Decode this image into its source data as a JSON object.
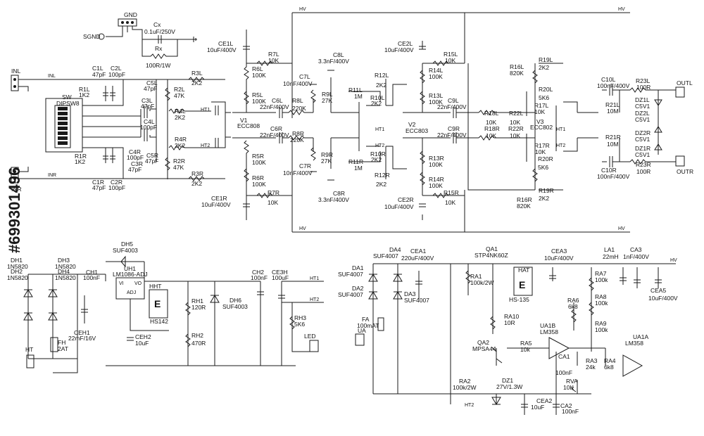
{
  "labels": {
    "gnd": "GND",
    "sgnd": "SGND",
    "cx": "Cx",
    "cx_v": "0.1uF/250V",
    "rx": "Rx",
    "rx_v": "100R/1W",
    "inl": "INL",
    "inl_net": "INL",
    "inr": "INR",
    "inr_net": "INR",
    "sw": "SW",
    "dipsw": "DIPSW8",
    "c1l": "C1L",
    "c1l_v": "47pF",
    "c2l": "C2L",
    "c2l_v": "100pF",
    "r1l": "R1L",
    "r1l_v": "1K2",
    "c1r": "C1R",
    "c1r_v": "47pF",
    "c2r": "C2R",
    "c2r_v": "100pF",
    "r1r": "R1R",
    "r1r_v": "1K2",
    "c5l": "C5L",
    "c5l_v": "47pF",
    "c3l": "C3L",
    "c3l_v": "47pF",
    "c4l": "C4L",
    "c4l_v": "100pF",
    "c4r": "C4R",
    "c4r_v": "100pF",
    "c3r": "C3R",
    "c3r_v": "47pF",
    "c5r": "C5R",
    "c5r_v": "47pF",
    "r2l": "R2L",
    "r2l_v": "47K",
    "r4l": "R4L",
    "r4l_v": "2K2",
    "r3l": "R3L",
    "r3l_v": "2K2",
    "r4r": "R4R",
    "r4r_v": "2K2",
    "r2r": "R2R",
    "r2r_v": "47K",
    "r3r": "R3R",
    "r3r_v": "2K2",
    "v1": "V1",
    "ecc808": "ECC808",
    "ht1": "HT1",
    "ht2": "HT2",
    "ce1l": "CE1L",
    "ce1l_v": "10uF/400V",
    "ce1r": "CE1R",
    "ce1r_v": "10uF/400V",
    "r7l": "R7L",
    "r7l_v": "10K",
    "r6l": "R6L",
    "r6l_v": "100K",
    "r5l": "R5L",
    "r5l_v": "100K",
    "r5r": "R5R",
    "r5r_v": "100K",
    "r6r": "R6R",
    "r6r_v": "100K",
    "r7r": "R7R",
    "r7r_v": "10K",
    "c6l": "C6L",
    "c6l_v": "22nF/400V",
    "c6r": "C6R",
    "c6r_v": "22nF/400V",
    "r8l": "R8L",
    "r8l_v": "220K",
    "r8r": "R8R",
    "r8r_v": "220K",
    "c7l": "C7L",
    "c7l_v": "10nF/400V",
    "c7r": "C7R",
    "c7r_v": "10nF/400V",
    "c8l": "C8L",
    "c8l_v": "3.3nF/400V",
    "c8r": "C8R",
    "c8r_v": "3.3nF/400V",
    "r9l": "R9L",
    "r9l_v": "27K",
    "r9r": "R9R",
    "r9r_v": "27K",
    "r11l": "R11L",
    "r11l_v": "1M",
    "r11r": "R11R",
    "r11r_v": "1M",
    "r10l": "R10L",
    "r10l_v": "2K2",
    "r10r": "R10R",
    "r10r_v": "2K2",
    "r12l": "R12L",
    "r12l_v": "2K2",
    "r12r": "R12R",
    "r12r_v": "2K2",
    "v2": "V2",
    "ecc803": "ECC803",
    "ce2l": "CE2L",
    "ce2l_v": "10uF/400V",
    "ce2r": "CE2R",
    "ce2r_v": "10uF/400V",
    "r15l": "R15L",
    "r15l_v": "10K",
    "r15r": "R15R",
    "r15r_v": "10K",
    "r14l": "R14L",
    "r14l_v": "100K",
    "r13l": "R13L",
    "r13l_v": "100K",
    "r13r": "R13R",
    "r13r_v": "100K",
    "r14r": "R14R",
    "r14r_v": "100K",
    "c9l": "C9L",
    "c9l_v": "22nF/400V",
    "c9r": "C9R",
    "c9r_v": "22nF/400V",
    "r16l": "R16L",
    "r16l_v": "820K",
    "r16r": "R16R",
    "r16r_v": "820K",
    "r18l": "R18L",
    "r18l_v": "10K",
    "r18r": "R18R",
    "r18r_v": "10K",
    "r22l": "R22L",
    "r22l_v": "10K",
    "r22r": "R22R",
    "r22r_v": "10K",
    "r17l": "R17L",
    "r17l_v": "10K",
    "r17r": "R17R",
    "r17r_v": "10K",
    "r19l": "R19L",
    "r19l_v": "2K2",
    "r19r": "R19R",
    "r19r_v": "2K2",
    "r20l": "R20L",
    "r20l_v": "5K6",
    "r20r": "R20R",
    "r20r_v": "5K6",
    "v3": "V3",
    "ecc802": "ECC802",
    "c10l": "C10L",
    "c10l_v": "100nF/400V",
    "c10r": "C10R",
    "c10r_v": "100nF/400V",
    "r21l": "R21L",
    "r21l_v": "10M",
    "r21r": "R21R",
    "r21r_v": "10M",
    "r23l": "R23L",
    "r23l_v": "100R",
    "r23r": "R23R",
    "r23r_v": "100R",
    "dz1l": "DZ1L",
    "dz1l_v": "C5V1",
    "dz2l": "DZ2L",
    "dz2l_v": "C5V1",
    "dz2r": "DZ2R",
    "dz2r_v": "C5V1",
    "dz1r": "DZ1R",
    "dz1r_v": "C5V1",
    "outl": "OUTL",
    "outr": "OUTR",
    "hv": "HV",
    "dh1": "DH1",
    "dh1_v": "1N5820",
    "dh2": "DH2",
    "dh2_v": "1N5820",
    "dh3": "DH3",
    "dh3_v": "1N5820",
    "dh4": "DH4",
    "dh4_v": "1N5820",
    "dh5": "DH5",
    "dh5_v": "SUF4003",
    "ch1": "CH1",
    "ch1_v": "100nF",
    "ceh1": "CEH1",
    "ceh1_v": "22mF/16V",
    "uh1": "UH1",
    "uh1_v": "LM1086-ADJ",
    "vi": "VI",
    "vo": "VO",
    "adj": "ADJ",
    "hht": "HHT",
    "hs142": "HS142",
    "ceh2": "CEH2",
    "ceh2_v": "10uF",
    "rh1": "RH1",
    "rh1_v": "120R",
    "rh2": "RH2",
    "rh2_v": "470R",
    "dh6": "DH6",
    "dh6_v": "SUF4003",
    "ch2": "CH2",
    "ch2_v": "100nF",
    "ce3h": "CE3H",
    "ce3h_v": "100uF",
    "rh3": "RH3",
    "rh3_v": "5K6",
    "led": "LED",
    "fh": "FH",
    "fh_v": "2AT",
    "ht": "HT",
    "da1": "DA1",
    "da1_v": "SUF4007",
    "da2": "DA2",
    "da2_v": "SUF4007",
    "da3": "DA3",
    "da3_v": "SUF4007",
    "da4": "DA4",
    "da4_v": "SUF4007",
    "cea1": "CEA1",
    "cea1_v": "220uF/400V",
    "fa": "FA",
    "fa_v": "100mAT",
    "ua": "UA",
    "qa1": "QA1",
    "qa1_v": "STP4NK60Z",
    "ra1": "RA1",
    "ra1_v": "100k/2W",
    "hat": "HAT",
    "hs135": "HS-135",
    "ra10": "RA10",
    "ra10_v": "10R",
    "qa2": "QA2",
    "qa2_v": "MPSA44",
    "ra5": "RA5",
    "ra5_v": "10k",
    "ua1b": "UA1B",
    "ua1b_v": "LM358",
    "ca1": "CA1",
    "ca1_v": "100nF",
    "ra2": "RA2",
    "ra2_v": "100k/2W",
    "dz1": "DZ1",
    "dz1_v": "27V/1.3W",
    "cea2": "CEA2",
    "cea2_v": "10uF",
    "ca2": "CA2",
    "ca2_v": "100nF",
    "rva": "RVA",
    "rva_v": "10K",
    "ra3": "RA3",
    "ra3_v": "24k",
    "ra4": "RA4",
    "ra4_v": "6k8",
    "ra6": "RA6",
    "ra6_v": "6k8",
    "ra7": "RA7",
    "ra7_v": "100k",
    "ra8": "RA8",
    "ra8_v": "100k",
    "ra9": "RA9",
    "ra9_v": "100k",
    "cea3": "CEA3",
    "cea3_v": "10uF/400V",
    "la1": "LA1",
    "la1_v": "22mH",
    "ca3": "CA3",
    "ca3_v": "1nF/400V",
    "cea5": "CEA5",
    "cea5_v": "10uF/400V",
    "ua1a": "UA1A",
    "ua1a_v": "LM358",
    "watermark": "#699301496"
  }
}
